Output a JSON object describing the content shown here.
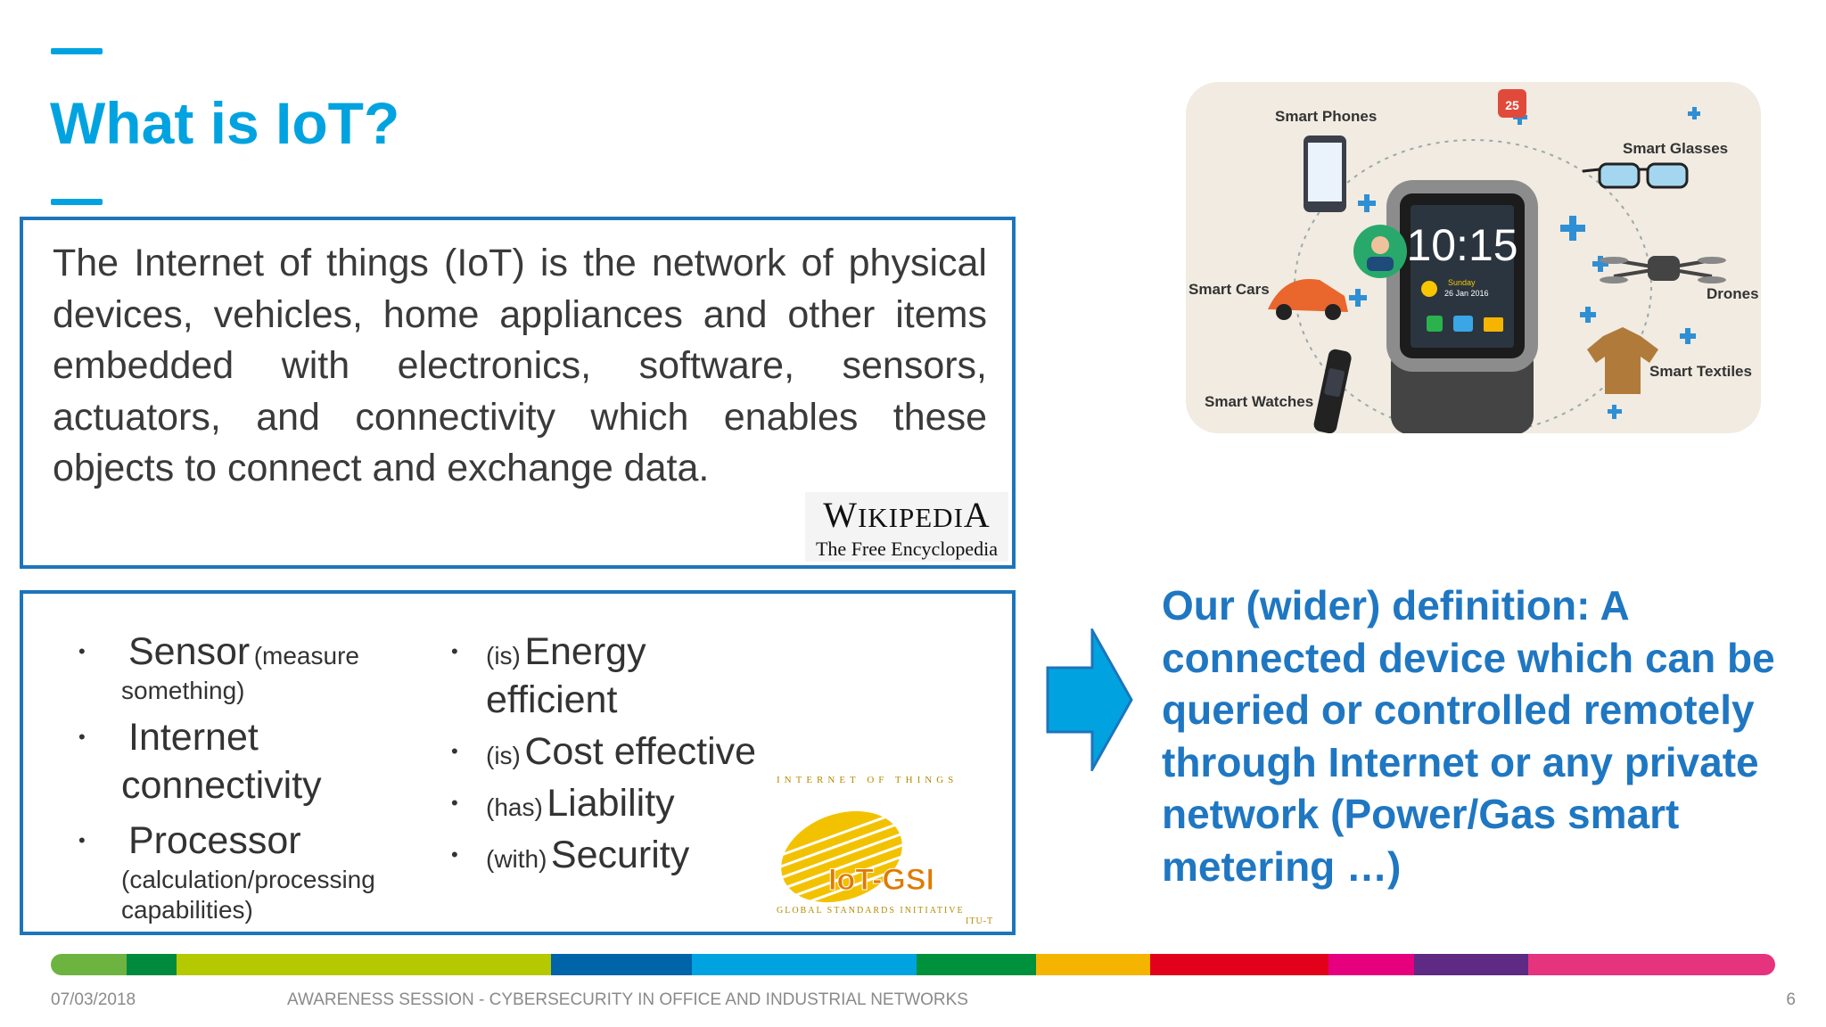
{
  "slide": {
    "title": "What is IoT?",
    "definition": "The Internet of things (IoT) is the network of physical devices, vehicles, home appliances and other items embedded with electronics, software, sensors, actuators, and connectivity which enables these objects to connect and exchange data.",
    "wikipedia_logo": {
      "name": "Wikipedia",
      "tagline": "The Free Encyclopedia"
    },
    "features_left": [
      {
        "main": "Sensor",
        "note": "(measure something)"
      },
      {
        "main": "Internet connectivity",
        "note": ""
      },
      {
        "main": "Processor",
        "note": "(calculation/processing capabilities)"
      }
    ],
    "features_right": [
      {
        "prefix": "(is)",
        "main": "Energy efficient"
      },
      {
        "prefix": "(is)",
        "main": "Cost effective"
      },
      {
        "prefix": "(has)",
        "main": "Liability"
      },
      {
        "prefix": "(with)",
        "main": "Security"
      }
    ],
    "iot_gsi_logo": {
      "top_text": "INTERNET OF THINGS",
      "name": "IoT-GSI",
      "bottom_text": "GLOBAL STANDARDS INITIATIVE",
      "org": "ITU-T"
    },
    "wider_definition": "Our (wider) definition: A connected device which can be queried or controlled remotely through Internet or any private network (Power/Gas smart metering …)",
    "illustration": {
      "clock_time": "10:15",
      "clock_day": "Sunday",
      "clock_date": "26 Jan 2016",
      "calendar_day": "25",
      "labels": [
        "Smart Phones",
        "Smart Glasses",
        "Smart Cars",
        "Drones",
        "Smart Textiles",
        "Smart Watches"
      ]
    }
  },
  "footer": {
    "date": "07/03/2018",
    "title": "AWARENESS SESSION - CYBERSECURITY IN OFFICE AND INDUSTRIAL NETWORKS",
    "page": "6"
  },
  "colors": {
    "accent": "#00a3e0",
    "box_border": "#1c75bc",
    "wider_text": "#1f77c2",
    "bar": [
      "#6db33f",
      "#008a3e",
      "#b5c900",
      "#0064a8",
      "#00a3e0",
      "#00913d",
      "#f5b400",
      "#e2001a",
      "#e6007e",
      "#5e2a84",
      "#e6337e"
    ]
  }
}
